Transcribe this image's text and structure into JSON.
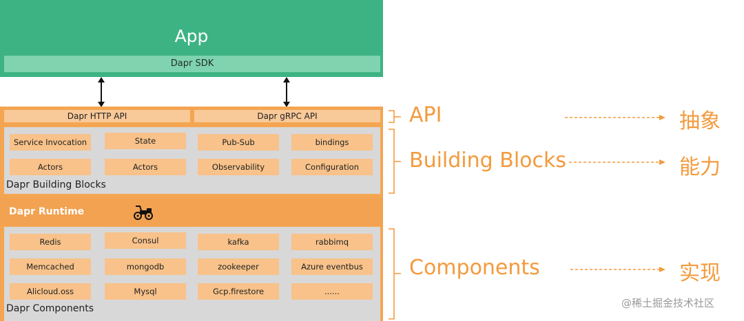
{
  "app": {
    "title": "App",
    "sdk": "Dapr SDK"
  },
  "api": {
    "http": "Dapr HTTP API",
    "grpc": "Dapr gRPC API"
  },
  "building_blocks": {
    "label": "Dapr Building Blocks",
    "items": [
      "Service Invocation",
      "State",
      "Pub-Sub",
      "bindings",
      "Actors",
      "Actors",
      "Observability",
      "Configuration"
    ]
  },
  "runtime": {
    "label": "Dapr Runtime",
    "icon": "motorcycle-icon"
  },
  "components": {
    "label": "Dapr Components",
    "items": [
      "Redis",
      "Consul",
      "kafka",
      "rabbimq",
      "Memcached",
      "mongodb",
      "zookeeper",
      "Azure eventbus",
      "Alicloud.oss",
      "Mysql",
      "Gcp.firestore",
      "......"
    ]
  },
  "annotations": {
    "api": "API",
    "api_zh": "抽象",
    "building_blocks": "Building Blocks",
    "building_blocks_zh": "能力",
    "components": "Components",
    "components_zh": "实现"
  },
  "watermark": "@稀土掘金技术社区",
  "colors": {
    "app_green": "#3db383",
    "sdk_green": "#7fd3ae",
    "dapr_orange": "#f4a552",
    "cell_orange": "#f8c28a",
    "panel_gray": "#d8d8d8",
    "annotation_orange": "#f39a3c"
  }
}
